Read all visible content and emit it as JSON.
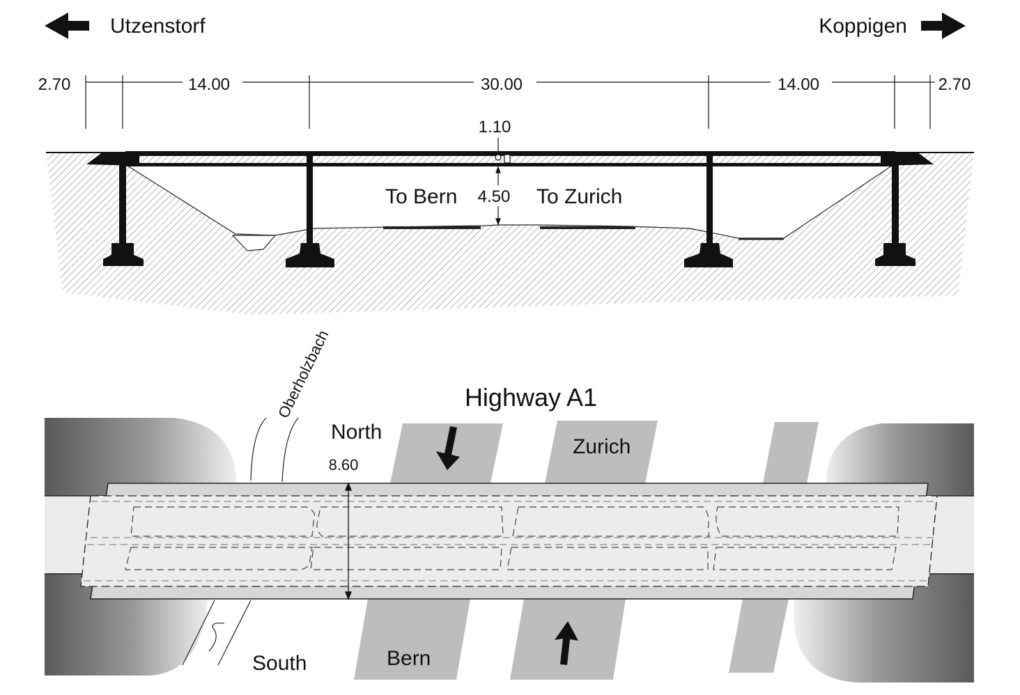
{
  "directions": {
    "left": "Utzenstorf",
    "right": "Koppigen"
  },
  "spans": [
    "2.70",
    "14.00",
    "30.00",
    "14.00",
    "2.70"
  ],
  "dimensions": {
    "deck_depth": "1.10",
    "clearance": "4.50",
    "bridge_width": "8.60"
  },
  "elevation": {
    "to_bern": "To Bern",
    "to_zurich": "To Zurich"
  },
  "plan": {
    "highway_title": "Highway A1",
    "stream_label": "Oberholzbach",
    "north": "North",
    "south": "South",
    "lane_zurich": "Zurich",
    "lane_bern": "Bern"
  }
}
